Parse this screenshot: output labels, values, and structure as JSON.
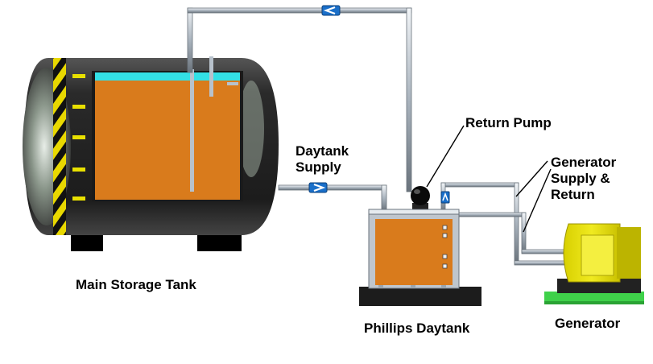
{
  "labels": {
    "return_pump": "Return Pump",
    "daytank_supply": "Daytank\nSupply",
    "generator_supply_return": "Generator\nSupply &\nReturn",
    "main_storage_tank": "Main Storage Tank",
    "phillips_daytank": "Phillips Daytank",
    "generator": "Generator"
  },
  "colors": {
    "fuel": "#d97b1c",
    "fuel_surface": "#33e0e6",
    "tank_shell": "#2b2b2b",
    "pipe": "#c8d0d8",
    "generator_body": "#e8e000",
    "ground_green": "#3fd14a",
    "arrow_box": "#1a6fc9"
  },
  "icons": [
    "flow-arrow-icon",
    "pump-icon",
    "hazard-stripe-icon"
  ]
}
